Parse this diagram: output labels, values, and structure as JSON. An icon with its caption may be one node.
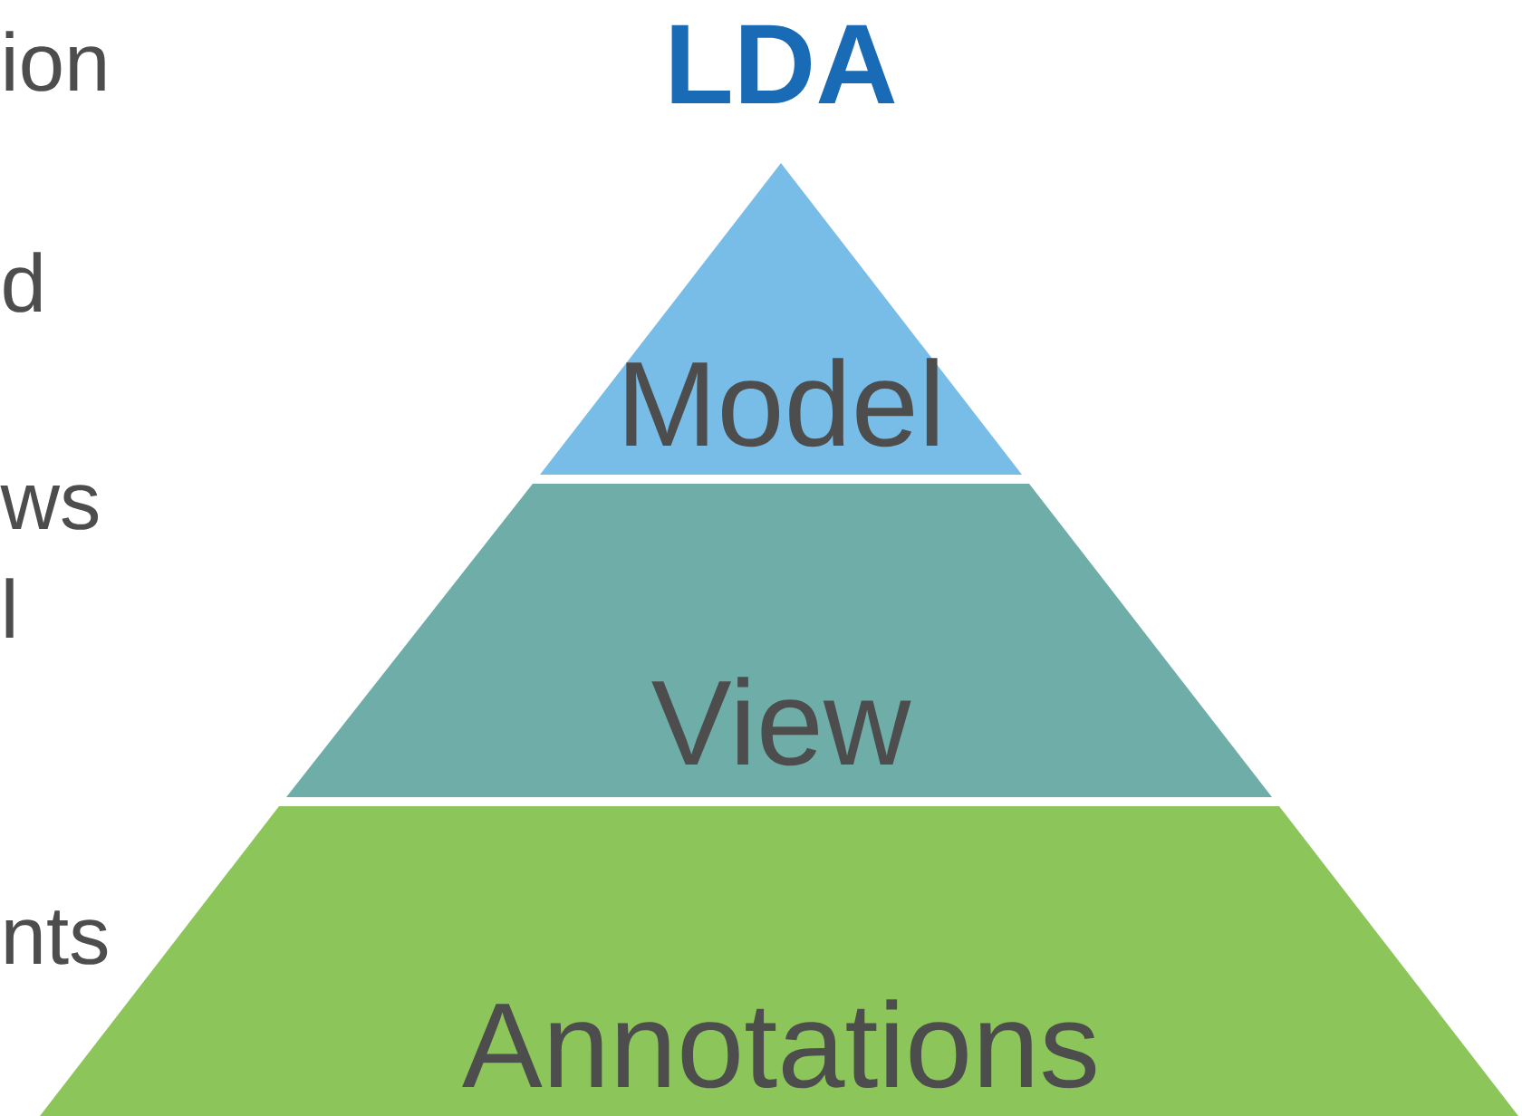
{
  "diagram": {
    "title": "LDA",
    "nodes": [
      {
        "text": [
          "Model"
        ]
      },
      {
        "text": [
          "View"
        ]
      },
      {
        "text": [
          "Annotations"
        ]
      }
    ],
    "labels": [
      "ion",
      "d",
      "ws",
      "l",
      "nts"
    ]
  }
}
